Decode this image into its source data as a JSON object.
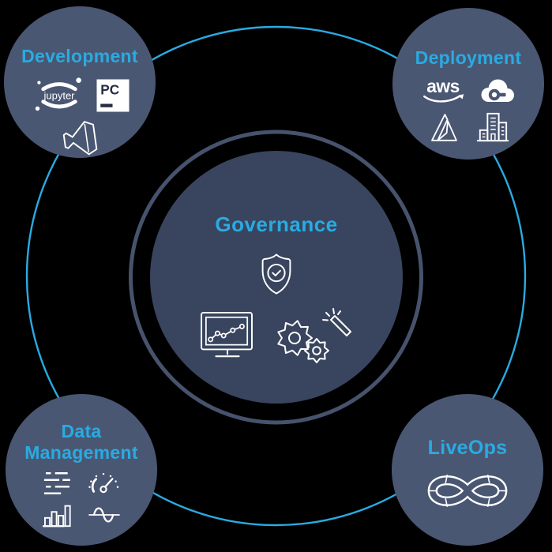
{
  "diagram": {
    "background": "#000000",
    "accent": "#29ABE2",
    "node_fill": "#4A5773",
    "center_fill": "#39455E",
    "mid_ring_stroke": "#47536D",
    "icon_color": "#FFFFFF"
  },
  "center": {
    "label": "Governance",
    "icons": [
      "shield-check-icon",
      "monitor-chart-icon",
      "gears-icon",
      "magic-wand-icon"
    ]
  },
  "nodes": [
    {
      "id": "development",
      "label": "Development",
      "icons": [
        "jupyter-icon",
        "pycharm-icon",
        "vscode-icon"
      ],
      "jupyter_text": "jupyter",
      "pycharm_text": "PC"
    },
    {
      "id": "deployment",
      "label": "Deployment",
      "icons": [
        "aws-icon",
        "cloud-icon",
        "azure-icon",
        "buildings-icon"
      ],
      "aws_text": "aws"
    },
    {
      "id": "data-management",
      "label": "Data Management",
      "icons": [
        "list-icon",
        "gauge-icon",
        "bar-chart-icon",
        "wave-icon"
      ]
    },
    {
      "id": "liveops",
      "label": "LiveOps",
      "icons": [
        "devops-infinity-icon"
      ]
    }
  ]
}
